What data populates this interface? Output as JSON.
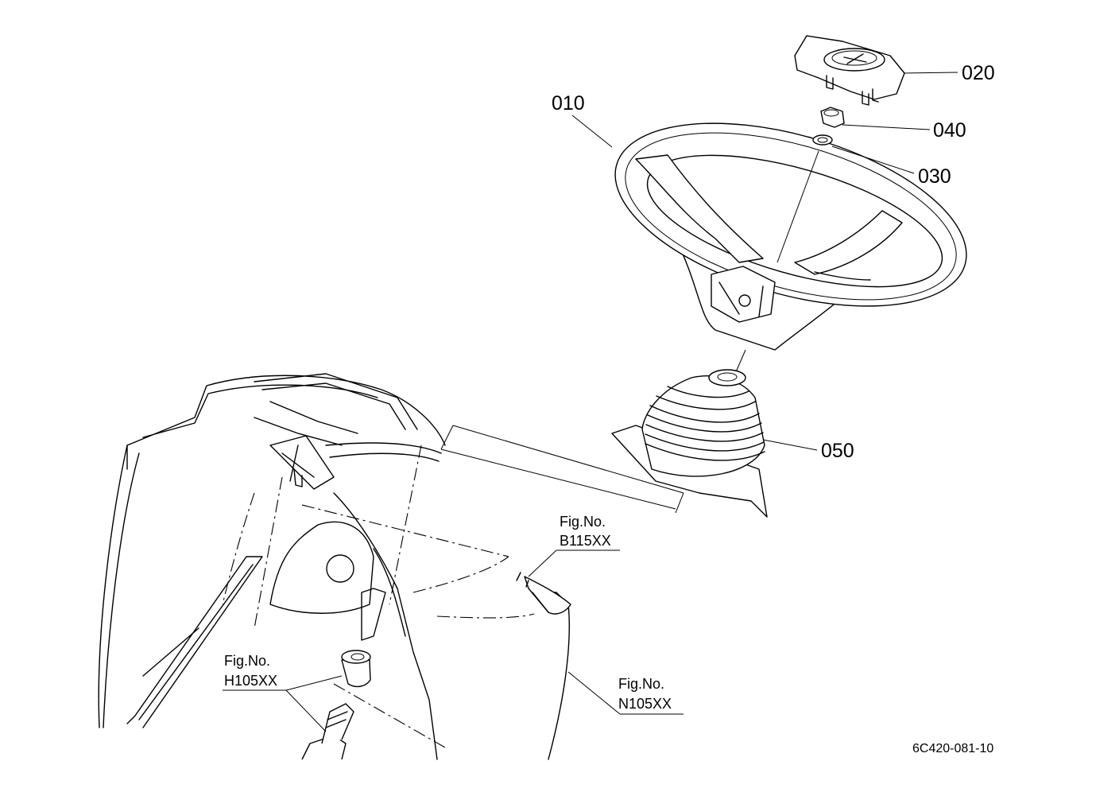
{
  "parts": [
    {
      "number": "010",
      "name": "steering-wheel"
    },
    {
      "number": "020",
      "name": "horn-cap"
    },
    {
      "number": "030",
      "name": "lock-washer"
    },
    {
      "number": "040",
      "name": "nut"
    },
    {
      "number": "050",
      "name": "boot"
    }
  ],
  "figure_refs": [
    {
      "caption": "Fig.No.",
      "number": "B115XX"
    },
    {
      "caption": "Fig.No.",
      "number": "H105XX"
    },
    {
      "caption": "Fig.No.",
      "number": "N105XX"
    }
  ],
  "drawing_code": "6C420-081-10"
}
